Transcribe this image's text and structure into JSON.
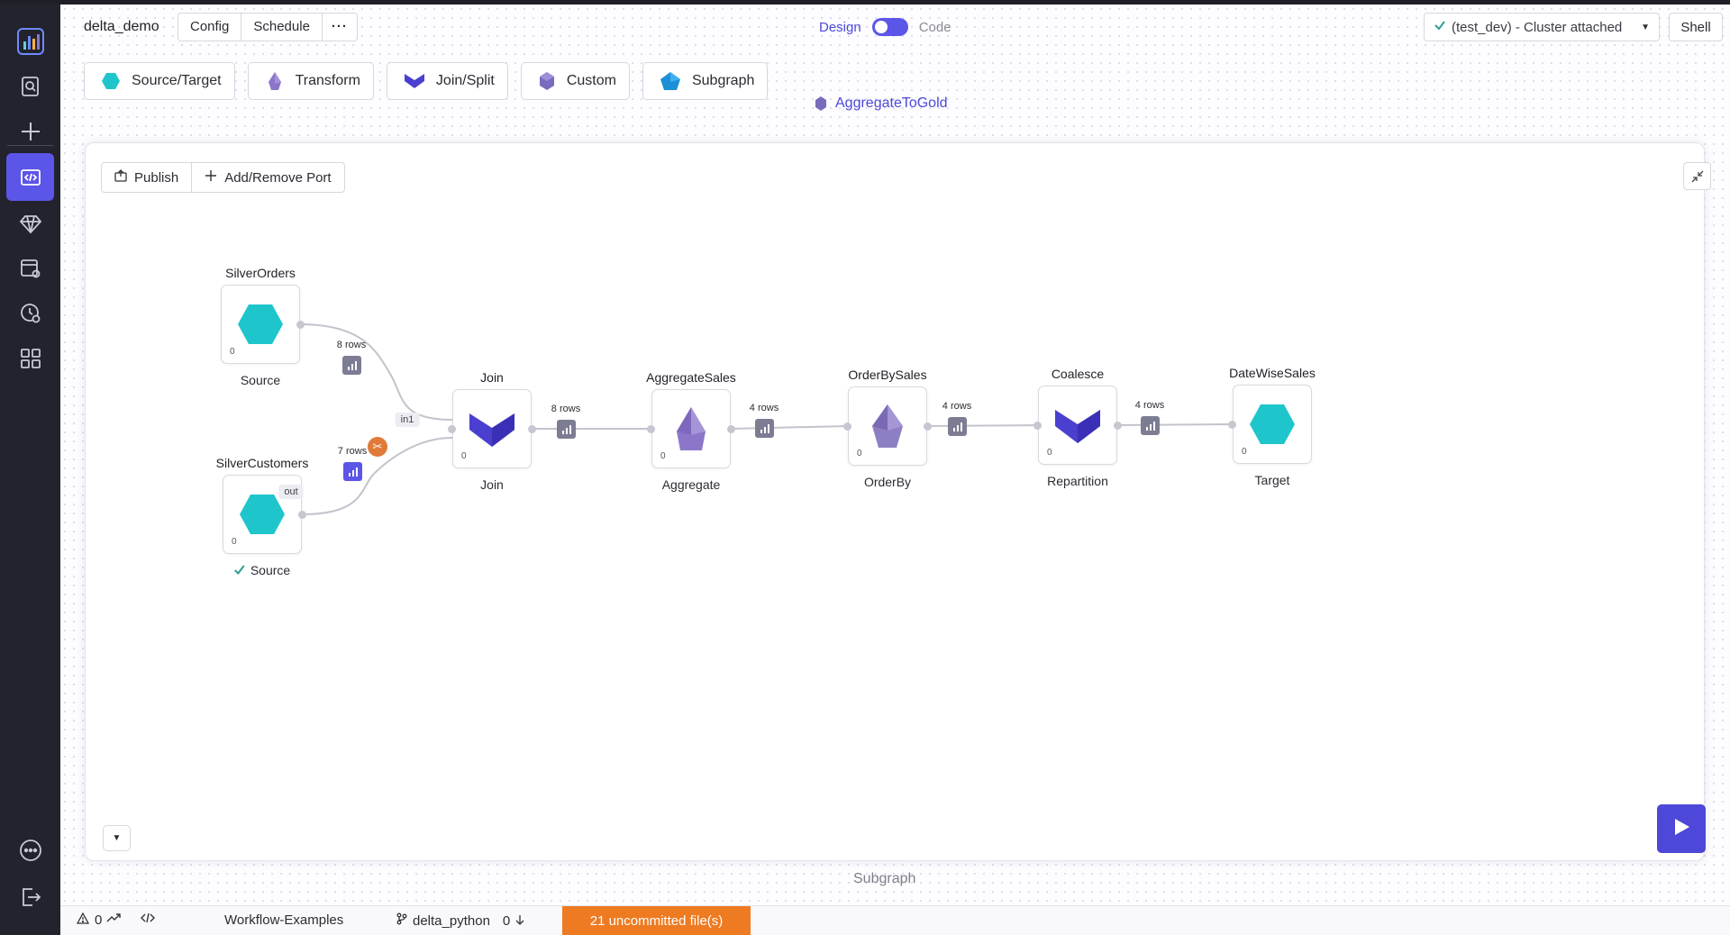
{
  "header": {
    "project_name": "delta_demo",
    "buttons": {
      "config": "Config",
      "schedule": "Schedule",
      "more": "···"
    },
    "mode": {
      "design": "Design",
      "code": "Code",
      "design_on": true
    },
    "cluster": "(test_dev) - Cluster attached",
    "shell": "Shell"
  },
  "palette": [
    {
      "label": "Source/Target",
      "icon": "hexagon-icon",
      "color": "#1ec6cc"
    },
    {
      "label": "Transform",
      "icon": "gem-icon",
      "color": "#8c76c9"
    },
    {
      "label": "Join/Split",
      "icon": "chevron-icon",
      "color": "#4a3fcf"
    },
    {
      "label": "Custom",
      "icon": "gem-icon",
      "color": "#7a6bbd"
    },
    {
      "label": "Subgraph",
      "icon": "pentagon-icon",
      "color": "#1d8fd6"
    }
  ],
  "subgraph": {
    "title": "AggregateToGold",
    "caption": "Subgraph",
    "tools": {
      "publish": "Publish",
      "add_remove_port": "Add/Remove Port"
    }
  },
  "nodes": [
    {
      "id": "silver_orders",
      "label": "SilverOrders",
      "caption": "Source",
      "count": "0",
      "shape": "hexagon",
      "checked": false
    },
    {
      "id": "silver_customers",
      "label": "SilverCustomers",
      "caption": "Source",
      "count": "0",
      "shape": "hexagon",
      "checked": true
    },
    {
      "id": "join",
      "label": "Join",
      "caption": "Join",
      "count": "0",
      "shape": "chevron",
      "checked": false
    },
    {
      "id": "aggregate",
      "label": "AggregateSales",
      "caption": "Aggregate",
      "count": "0",
      "shape": "gem",
      "checked": false
    },
    {
      "id": "orderby",
      "label": "OrderBySales",
      "caption": "OrderBy",
      "count": "0",
      "shape": "pentagem",
      "checked": false
    },
    {
      "id": "coalesce",
      "label": "Coalesce",
      "caption": "Repartition",
      "count": "0",
      "shape": "chevron",
      "checked": false
    },
    {
      "id": "target",
      "label": "DateWiseSales",
      "caption": "Target",
      "count": "0",
      "shape": "hexagon",
      "checked": false
    }
  ],
  "edges": [
    {
      "from": "silver_orders",
      "to": "join",
      "rows": "8 rows"
    },
    {
      "from": "silver_customers",
      "to": "join",
      "rows": "7 rows",
      "in_port": "in1",
      "out_port": "out"
    },
    {
      "from": "join",
      "to": "aggregate",
      "rows": "8 rows"
    },
    {
      "from": "aggregate",
      "to": "orderby",
      "rows": "4 rows"
    },
    {
      "from": "orderby",
      "to": "coalesce",
      "rows": "4 rows"
    },
    {
      "from": "coalesce",
      "to": "target",
      "rows": "4 rows"
    }
  ],
  "status_bar": {
    "warnings": "0",
    "project": "Workflow-Examples",
    "branch": "delta_python",
    "behind": "0",
    "uncommitted": "21 uncommitted file(s)"
  },
  "colors": {
    "accent": "#5b55e8",
    "hex": "#1ec6cc",
    "gem": "#8c76c9",
    "chevron": "#4a3fcf",
    "warning": "#ee7a22"
  }
}
